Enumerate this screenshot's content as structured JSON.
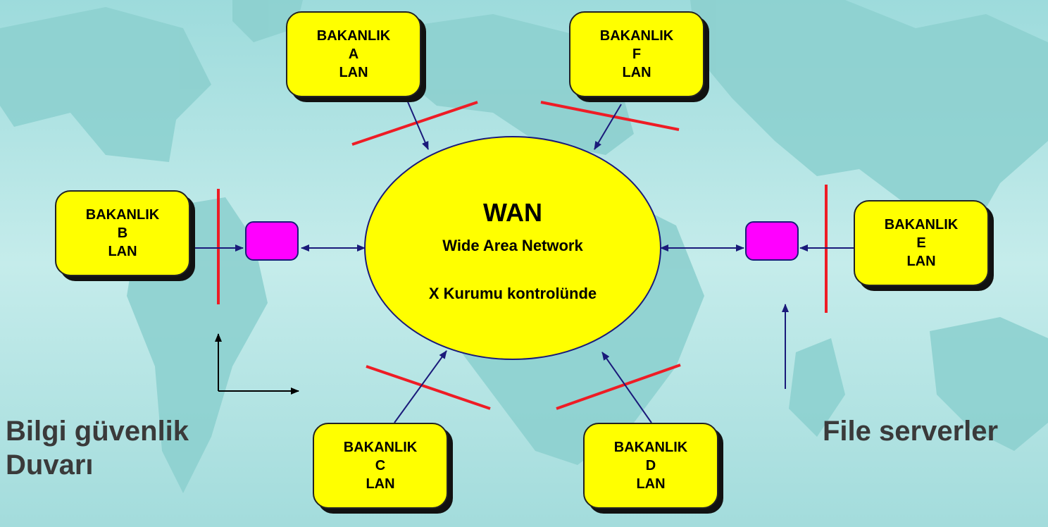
{
  "wan": {
    "title": "WAN",
    "subtitle": "Wide Area Network",
    "control": "X Kurumu kontrolünde"
  },
  "ministries": [
    {
      "id": "A",
      "line1": "BAKANLIK",
      "line2": "A",
      "line3": "LAN"
    },
    {
      "id": "F",
      "line1": "BAKANLIK",
      "line2": "F",
      "line3": "LAN"
    },
    {
      "id": "B",
      "line1": "BAKANLIK",
      "line2": "B",
      "line3": "LAN"
    },
    {
      "id": "E",
      "line1": "BAKANLIK",
      "line2": "E",
      "line3": "LAN"
    },
    {
      "id": "C",
      "line1": "BAKANLIK",
      "line2": "C",
      "line3": "LAN"
    },
    {
      "id": "D",
      "line1": "BAKANLIK",
      "line2": "D",
      "line3": "LAN"
    }
  ],
  "captions": {
    "firewall_line1": "Bilgi güvenlik",
    "firewall_line2": "Duvarı",
    "file_servers": "File serverler"
  },
  "colors": {
    "box_fill": "#ffff00",
    "wan_fill": "#ffff00",
    "router_fill": "#ff00ff",
    "firewall_line": "#ee1c25",
    "arrow": "#1a1a7a",
    "background": "#a9dfe0",
    "land": "#8fd0cf"
  }
}
